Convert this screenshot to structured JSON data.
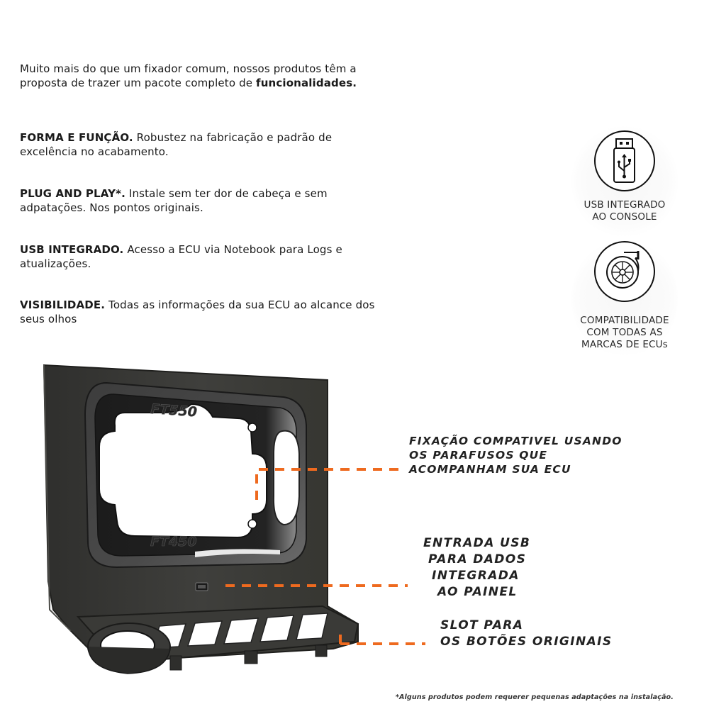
{
  "intro": {
    "text_a": "Muito mais do que um fixador comum, nossos produtos têm a proposta de trazer um pacote completo de ",
    "text_bold": "funcionalidades."
  },
  "features": [
    {
      "title": "FORMA E FUNÇÃO.",
      "text": " Robustez na fabricação e padrão de excelência no acabamento."
    },
    {
      "title": "PLUG AND PLAY*.",
      "text": " Instale sem ter dor de cabeça e sem adpatações. Nos pontos originais."
    },
    {
      "title": "USB INTEGRADO.",
      "text": " Acesso a ECU via Notebook para Logs e atualizações."
    },
    {
      "title": "VISIBILIDADE.",
      "text": " Todas as informações da sua ECU ao alcance dos seus olhos"
    }
  ],
  "badges": [
    {
      "icon": "usb-drive-icon",
      "lines": [
        "USB INTEGRADO",
        "AO CONSOLE"
      ]
    },
    {
      "icon": "turbo-icon",
      "lines": [
        "COMPATIBILIDADE",
        "COM TODAS AS",
        "MARCAS DE ECUs"
      ]
    }
  ],
  "product": {
    "top_logo": "FT550",
    "bottom_logo": "FT450"
  },
  "callouts": [
    {
      "lines": [
        "FIXAÇÃO COMPATIVEL USANDO",
        "OS PARAFUSOS QUE",
        "ACOMPANHAM SUA ECU"
      ]
    },
    {
      "lines": [
        "ENTRADA USB",
        "PARA DADOS",
        "INTEGRADA",
        "AO PAINEL"
      ]
    },
    {
      "lines": [
        "SLOT PARA",
        "OS BOTÕES ORIGINAIS"
      ]
    }
  ],
  "footnote": "*Alguns produtos podem requerer pequenas adaptações na instalação.",
  "colors": {
    "accent": "#ee6a1f",
    "panel": "#3b3b38",
    "panel_dark": "#2a2a28",
    "text": "#1a1a1a"
  }
}
